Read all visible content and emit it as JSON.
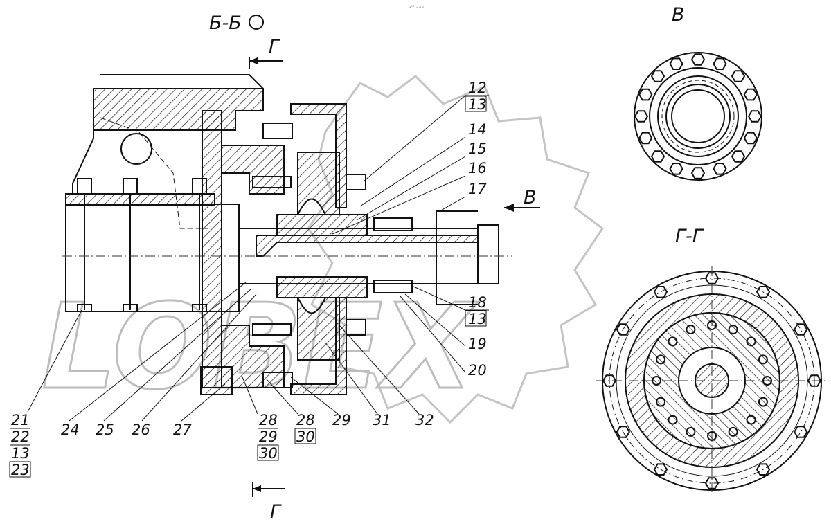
{
  "watermark": {
    "text": "LOBEX"
  },
  "top_mark": "а¹° ааа",
  "section_titles": {
    "bb": "Б-Б",
    "v": "В",
    "gg": "Г-Г"
  },
  "cut_markers": {
    "top": "Г",
    "bottom": "Г"
  },
  "view_arrow": "В",
  "callouts_right": [
    "12",
    "13",
    "14",
    "15",
    "16",
    "17",
    "18",
    "13",
    "19",
    "20"
  ],
  "callouts_bottom": [
    "24",
    "25",
    "26",
    "27",
    "29",
    "31",
    "32"
  ],
  "callout_stacks": [
    {
      "items": [
        "21",
        "22",
        "13",
        "23"
      ]
    },
    {
      "items": [
        "28",
        "29",
        "30"
      ]
    },
    {
      "items": [
        "28",
        "30"
      ]
    }
  ],
  "colors": {
    "line": "#111111",
    "watermark": "#bdbdbd",
    "background": "#ffffff"
  }
}
